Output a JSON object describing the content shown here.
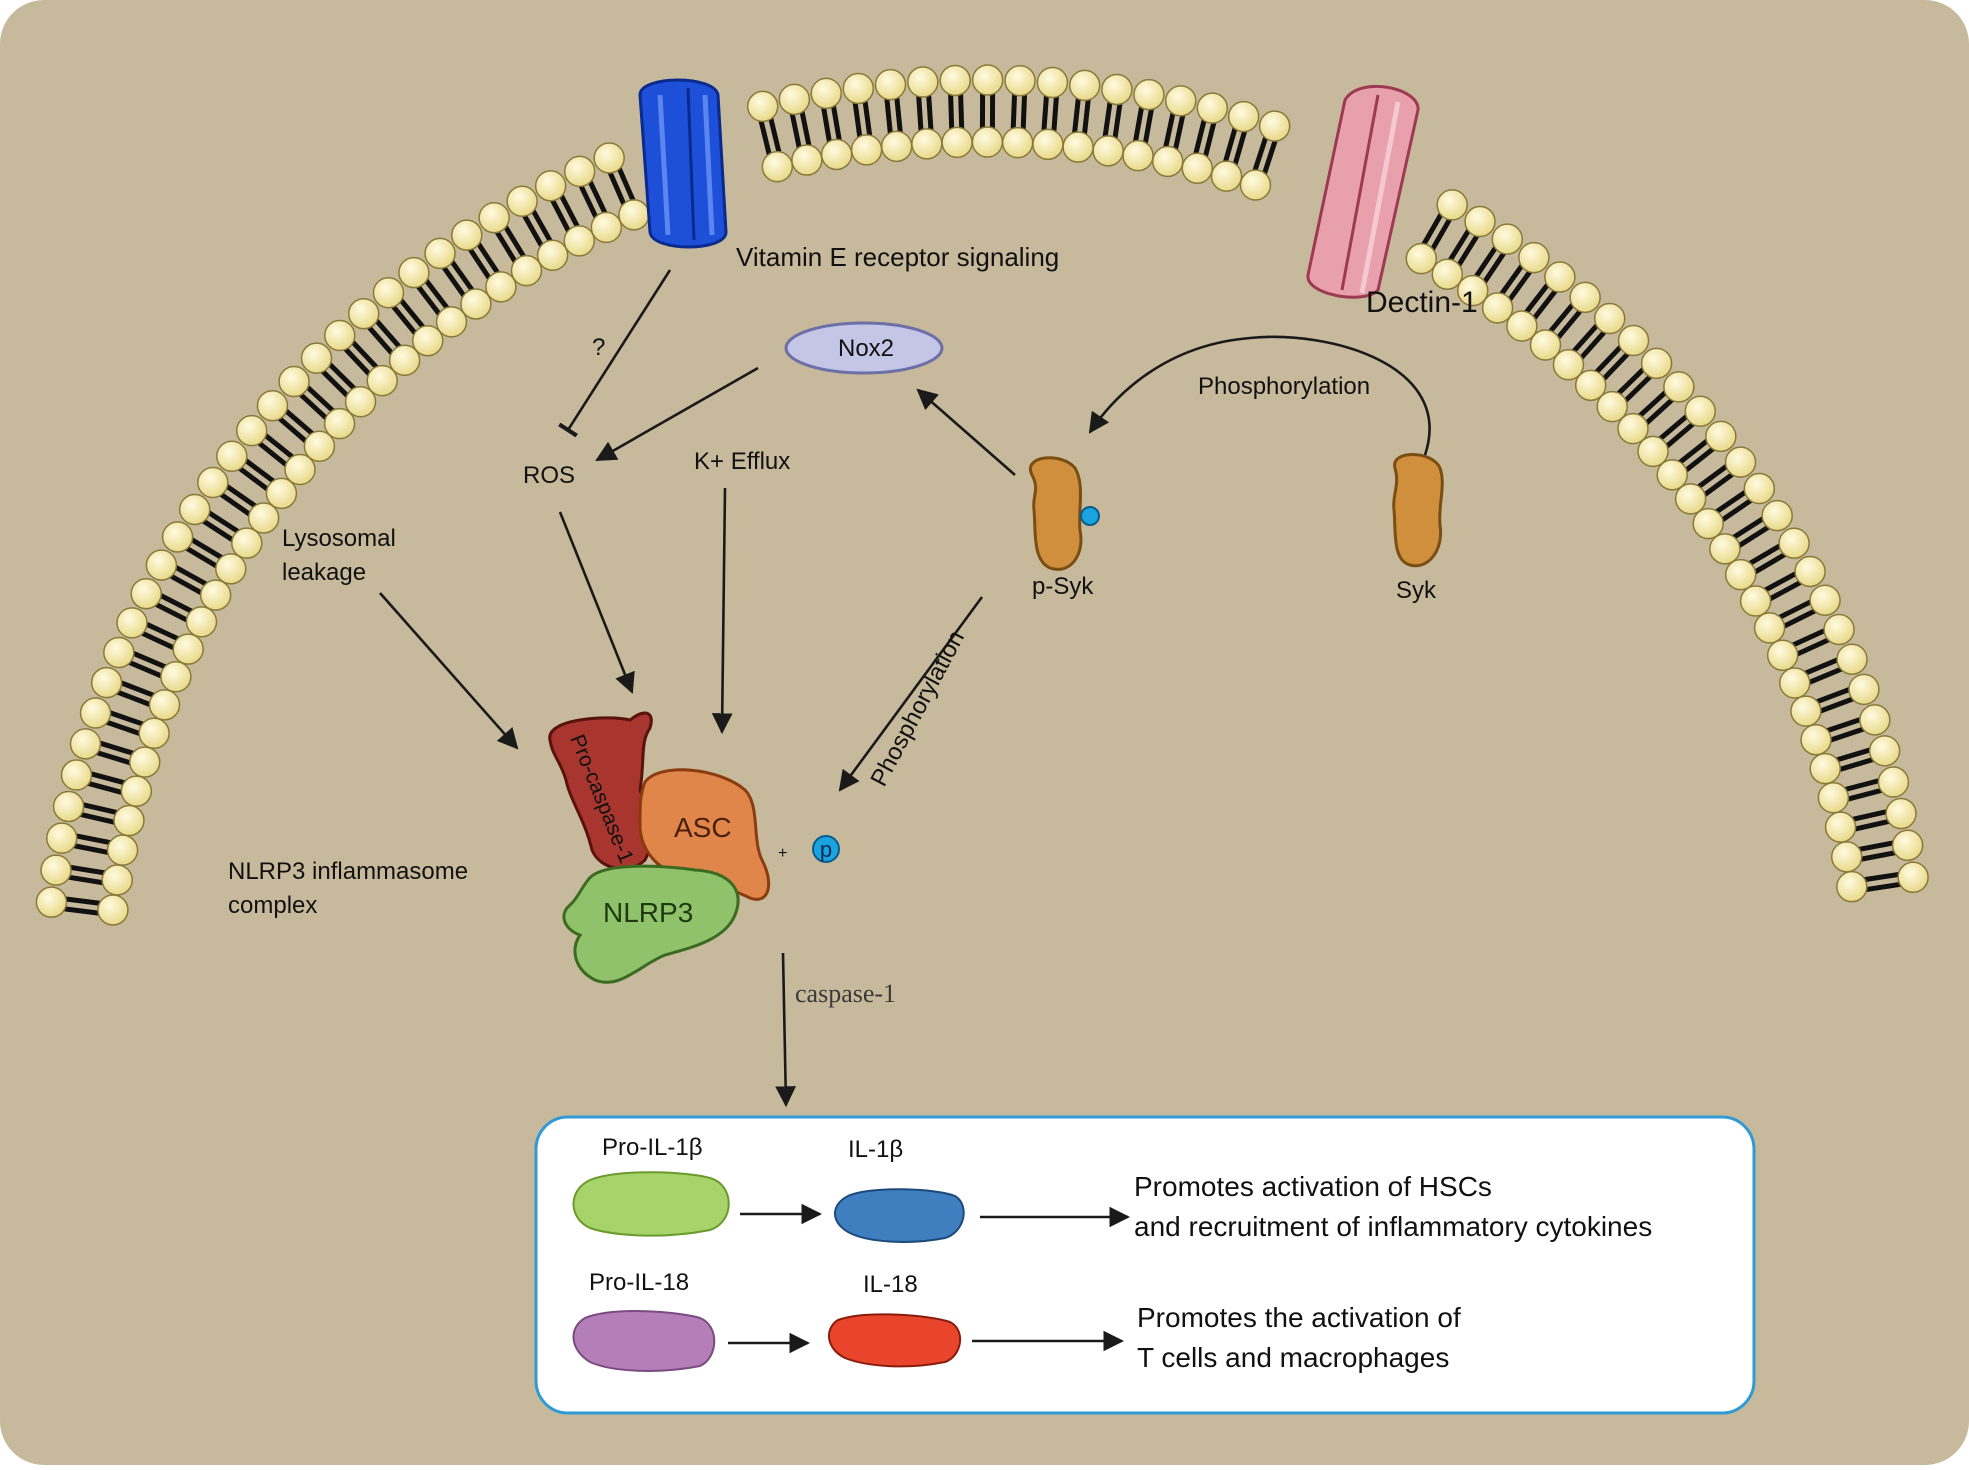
{
  "colors": {
    "cytoplasm": "#c7b99b",
    "lipid_head": "#f3e7a0",
    "lipid_tail": "#111111",
    "vitamin_e_receptor": "#1d4fd8",
    "dectin": "#e8a0ad",
    "syk": "#cf8f3c",
    "nox2": "#c3c6e6",
    "pro_caspase": "#a8352e",
    "asc": "#e0864a",
    "nlrp3": "#8fc26a",
    "pro_il1b": "#a8d26a",
    "il1b": "#3f7fbf",
    "pro_il18": "#b47fb8",
    "il18": "#e9452c",
    "phospho": "#1aa3e0",
    "box_border": "#2f9ad6"
  },
  "labels": {
    "vitamin_e": "Vitamin E receptor signaling",
    "dectin": "Dectin-1",
    "question": "?",
    "nox2": "Nox2",
    "ros": "ROS",
    "k_efflux": "K+ Efflux",
    "phosphorylation_top": "Phosphorylation",
    "phosphorylation_diag": "Phosphorylation",
    "p_syk": "p-Syk",
    "syk": "Syk",
    "lysosomal_1": "Lysosomal",
    "lysosomal_2": "leakage",
    "pro_caspase": "Pro-caspase-1",
    "asc": "ASC",
    "nlrp3": "NLRP3",
    "plus": "+",
    "p": "p",
    "nlrp3_complex_1": "NLRP3 inflammasome",
    "nlrp3_complex_2": "complex",
    "caspase": "caspase-1"
  },
  "box": {
    "pro_il1b": "Pro-IL-1β",
    "il1b": "IL-1β",
    "effect1_line1": "Promotes activation of HSCs",
    "effect1_line2": "and recruitment of inflammatory cytokines",
    "pro_il18": "Pro-IL-18",
    "il18": "IL-18",
    "effect2_line1": "Promotes the activation of",
    "effect2_line2": "T cells and macrophages"
  }
}
